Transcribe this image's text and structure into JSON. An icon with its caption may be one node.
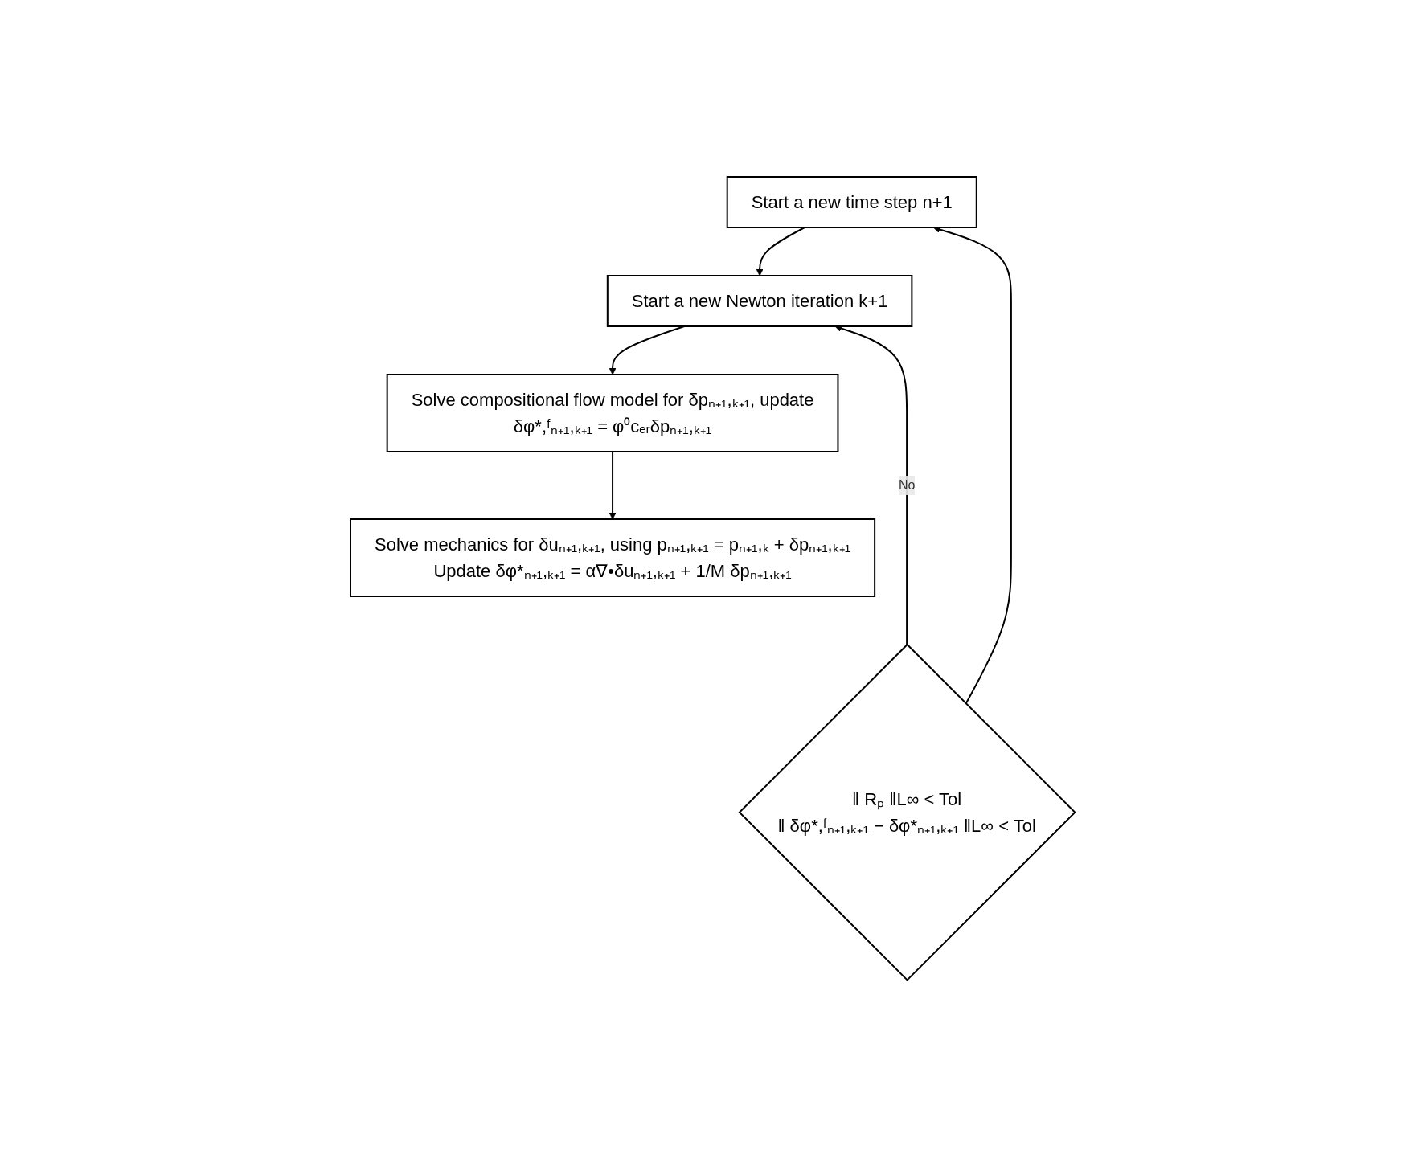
{
  "diagram": {
    "nodes": [
      {
        "text": [
          "Start a new time step n+1"
        ]
      },
      {
        "text": [
          "Start a new Newton iteration k+1"
        ]
      },
      {
        "text": [
          "Solve compositional flow model for δpₙ₊₁,ₖ₊₁, update",
          "δφ*,ᶠₙ₊₁,ₖ₊₁ = φ⁰cₑᵣδpₙ₊₁,ₖ₊₁"
        ]
      },
      {
        "text": [
          "Solve mechanics for δuₙ₊₁,ₖ₊₁, using pₙ₊₁,ₖ₊₁ = pₙ₊₁,ₖ + δpₙ₊₁,ₖ₊₁",
          "Update δφ*ₙ₊₁,ₖ₊₁ = α∇•δuₙ₊₁,ₖ₊₁ + 1/M δpₙ₊₁,ₖ₊₁"
        ]
      },
      {
        "text": [
          "‖ Rₚ ‖L∞ < Tol",
          "‖ δφ*,ᶠₙ₊₁,ₖ₊₁ − δφ*ₙ₊₁,ₖ₊₁ ‖L∞ < Tol"
        ]
      }
    ],
    "edges": [
      {
        "from": 0,
        "to": 1,
        "arrow": "to"
      },
      {
        "from": 1,
        "to": 2,
        "arrow": "to"
      },
      {
        "from": 2,
        "to": 3,
        "arrow": "to"
      },
      {
        "from": 4,
        "to": 0,
        "arrow": "to"
      },
      {
        "from": 4,
        "to": 1,
        "arrow": "to",
        "label": "No"
      }
    ]
  }
}
